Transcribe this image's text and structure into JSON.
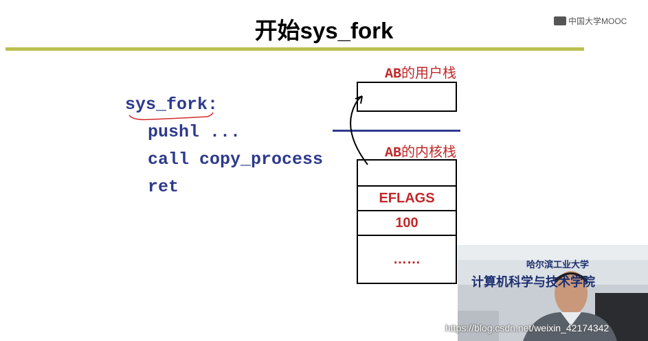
{
  "slide": {
    "title": "开始sys_fork",
    "brand": "中国大学MOOC"
  },
  "code": {
    "lines": [
      "sys_fork:",
      "pushl ...",
      "call copy_process",
      "ret"
    ]
  },
  "user_stack": {
    "label_prefix": "AB",
    "label_suffix": "的用户栈"
  },
  "kernel_stack": {
    "label_prefix": "AB",
    "label_suffix": "的内核栈",
    "cells": [
      "",
      "EFLAGS",
      "100",
      "……"
    ]
  },
  "video": {
    "banner": "计算机科学与技术学院",
    "school": "哈尔滨工业大学"
  },
  "watermark": "https://blog.csdn.net/weixin_42174342",
  "colors": {
    "title_rule": "#bcc050",
    "code": "#2e3a8c",
    "accent_red": "#c0282a"
  }
}
